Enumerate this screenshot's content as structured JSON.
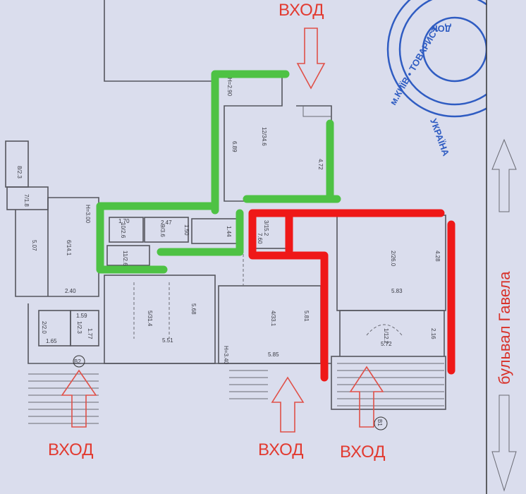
{
  "entrances": {
    "top": "ВХОД",
    "bottom_left": "ВХОД",
    "bottom_center": "ВХОД",
    "bottom_right": "ВХОД"
  },
  "street": {
    "name": "бульвал Гавела"
  },
  "stamp": {
    "text_top": "м.КИЇВ • ТОВАРИСТ",
    "text_bottom": "УКРАЇНА",
    "text_mid": "ДОК"
  },
  "markers": {
    "b1": "B1",
    "b2": "B2"
  },
  "rooms": [
    {
      "num": "8",
      "area": "2.3"
    },
    {
      "num": "7",
      "area": "1.8"
    },
    {
      "num": "6",
      "area": "14.1"
    },
    {
      "num": "10",
      "area": "2.6"
    },
    {
      "num": "9",
      "area": "3.6"
    },
    {
      "num": "11",
      "area": "2.6"
    },
    {
      "num": "5",
      "area": "31.4"
    },
    {
      "num": "12",
      "area": "34.6"
    },
    {
      "num": "3",
      "area": "15.2"
    },
    {
      "num": "4",
      "area": "33.1"
    },
    {
      "num": "2",
      "area": "26.0"
    },
    {
      "num": "1",
      "area": "12.2"
    },
    {
      "num": "2",
      "area": "2.0"
    },
    {
      "num": "1",
      "area": "2.3"
    }
  ],
  "dimensions": {
    "d507": "5.07",
    "d240": "2.40",
    "d568": "5.68",
    "d551": "5.51",
    "d689": "6.89",
    "d472": "4.72",
    "d144": "1.44",
    "d150": "1.50",
    "d247": "2.47",
    "d170": "1.70",
    "d581": "5.81",
    "d585": "5.85",
    "d428": "4.28",
    "d583": "5.83",
    "d216": "2.16",
    "d572": "5.72",
    "d165": "1.65",
    "d159": "1.59",
    "d177": "1.77",
    "d760": "7.60",
    "h300": "H=3.00",
    "h290": "H=2.90",
    "h340": "H=3.40"
  },
  "colors": {
    "green_zone": "#4ec244",
    "red_zone": "#ef1818",
    "stamp": "#2f5cc2"
  }
}
